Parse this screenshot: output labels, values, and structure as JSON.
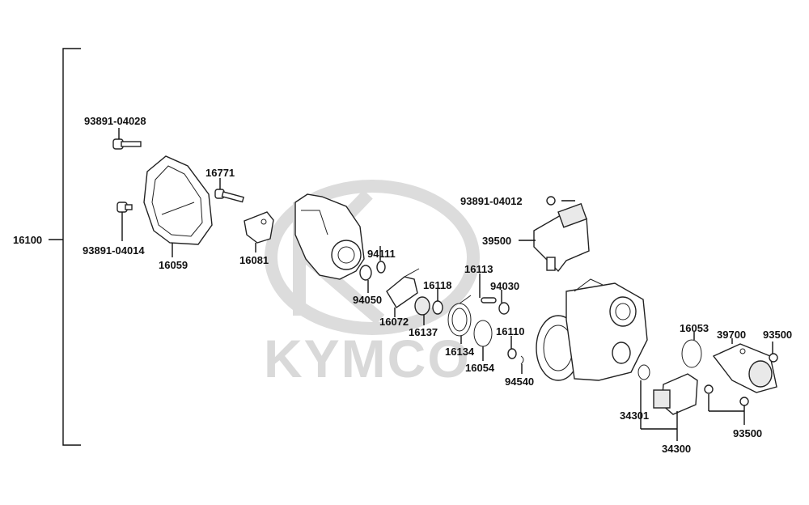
{
  "watermark": {
    "text": "KYMCO",
    "color": "#d9d9d9"
  },
  "assembly": {
    "label": "16100"
  },
  "labels": {
    "p93891_04028": "93891-04028",
    "p93891_04014": "93891-04014",
    "p16059": "16059",
    "p16771": "16771",
    "p16081": "16081",
    "p94111": "94111",
    "p94050": "94050",
    "p16072": "16072",
    "p16118": "16118",
    "p16137": "16137",
    "p16113": "16113",
    "p94030": "94030",
    "p16134": "16134",
    "p16054": "16054",
    "p16110": "16110",
    "p94540": "94540",
    "p93891_04012": "93891-04012",
    "p39500": "39500",
    "p16053": "16053",
    "p39700": "39700",
    "p93500_top": "93500",
    "p34301": "34301",
    "p34300": "34300",
    "p93500_bottom": "93500"
  },
  "icons": [
    "screw-icon",
    "cover-icon",
    "bracket-icon",
    "washer-icon",
    "spring-icon",
    "sensor-icon",
    "throttle-body-icon",
    "o-ring-icon",
    "connector-icon"
  ]
}
